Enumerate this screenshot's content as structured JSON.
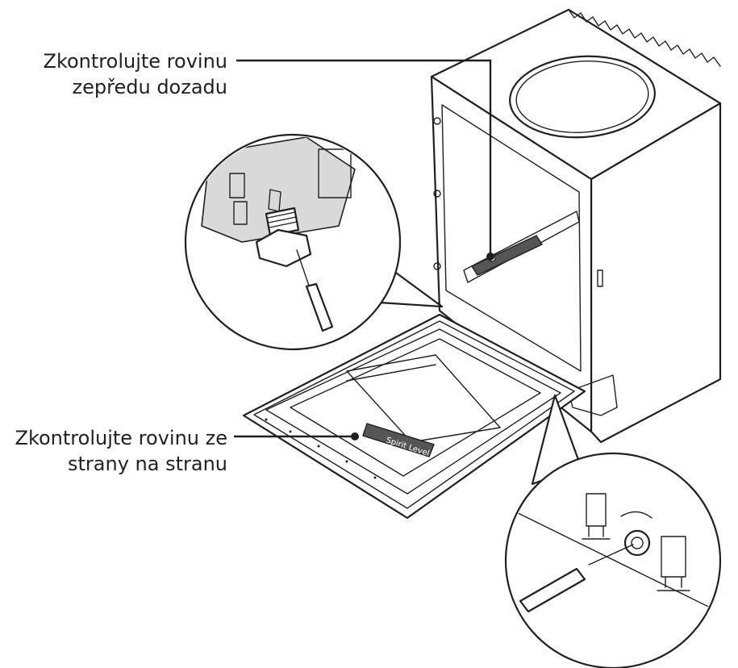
{
  "callouts": {
    "front_to_back": {
      "line1": "Zkontrolujte rovinu",
      "line2": "zepředu dozadu"
    },
    "side_to_side": {
      "line1": "Zkontrolujte rovinu ze",
      "line2": "strany na stranu"
    }
  },
  "level_tool_text": "Spirit Level",
  "colors": {
    "ink": "#231f20",
    "background": "#ffffff",
    "level_fill": "#555555"
  }
}
